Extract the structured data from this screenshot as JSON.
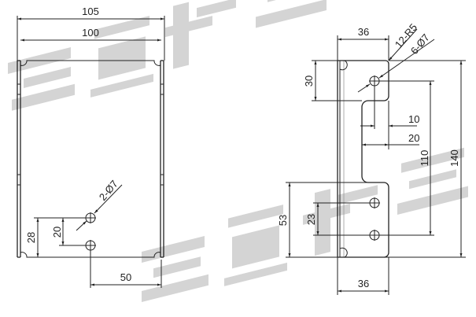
{
  "watermark": {
    "text": "重霸起重",
    "color": "#d4d4d4"
  },
  "left_view": {
    "dims": {
      "overall_width": "105",
      "inner_width": "100",
      "hole_callout": "2-Ø7",
      "hole_from_bottom": "28",
      "hole_spacing": "20",
      "hole_from_side": "50"
    }
  },
  "right_view": {
    "dims": {
      "top_width": "36",
      "corner_callout": "12-R5",
      "hole_callout": "6-Ø7",
      "flange_height": "30",
      "hole_offset": "10",
      "step_width": "20",
      "hole_span": "110",
      "overall_height": "140",
      "lower_flange_height": "53",
      "lower_hole_spacing": "23",
      "bottom_width": "36"
    }
  }
}
